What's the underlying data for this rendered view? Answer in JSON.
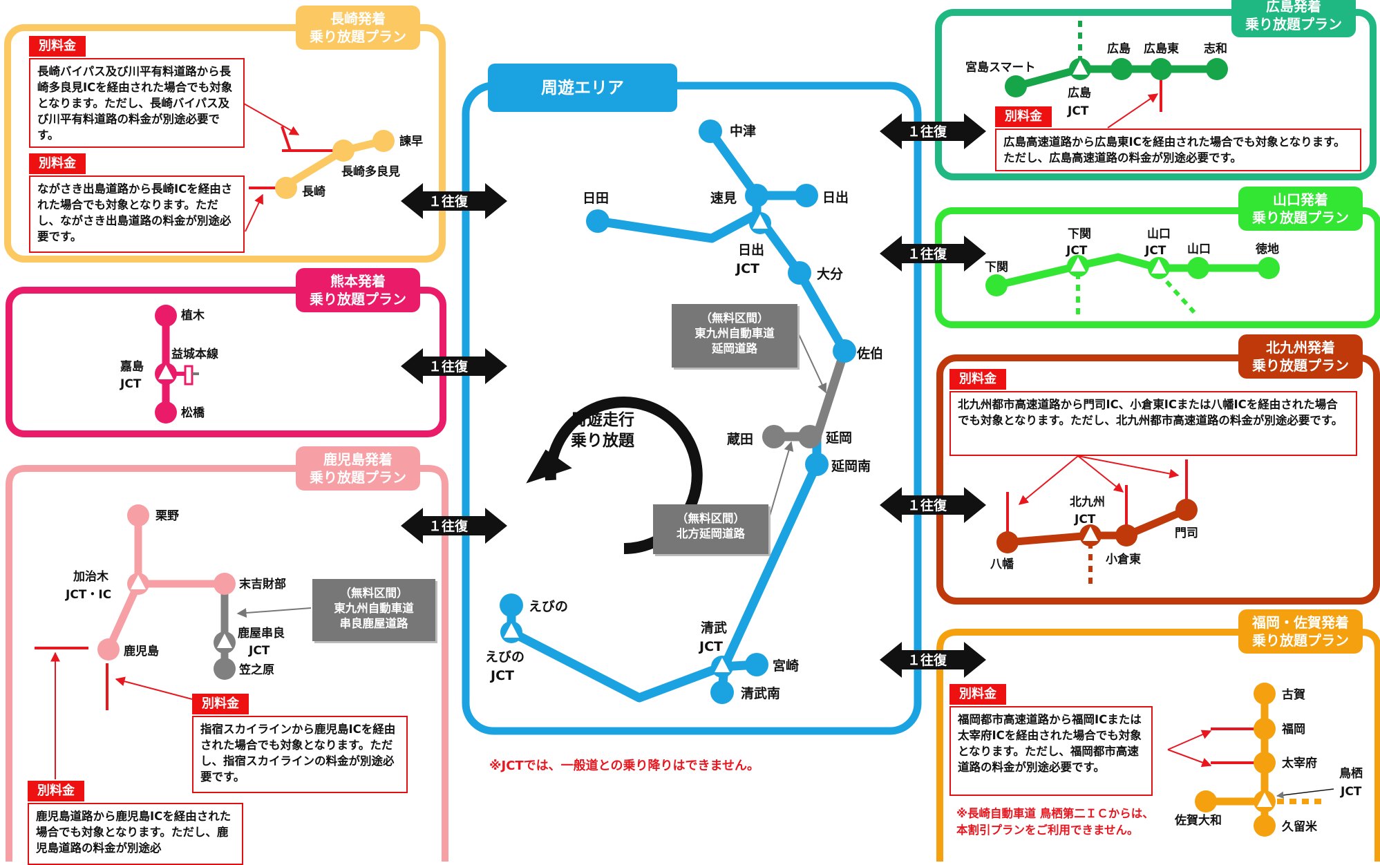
{
  "center": {
    "title": "周遊エリア",
    "loop_label_1": "周遊走行",
    "loop_label_2": "乗り放題",
    "free_section_1": [
      "（無料区間）",
      "東九州自動車道",
      "延岡道路"
    ],
    "free_section_2": [
      "（無料区間）",
      "北方延岡道路"
    ],
    "notice": "※JCTでは、一般道との乗り降りはできません。",
    "stations": {
      "nakatsu": "中津",
      "hayami": "速見",
      "hiji": "日出",
      "hita": "日田",
      "hiji_jct_1": "日出",
      "hiji_jct_2": "JCT",
      "oita": "大分",
      "saiki": "佐伯",
      "kurata": "蔵田",
      "nobeoka": "延岡",
      "nobeoka_minami": "延岡南",
      "ebino": "えびの",
      "ebino_jct_1": "えびの",
      "ebino_jct_2": "JCT",
      "kiyotake_jct_1": "清武",
      "kiyotake_jct_2": "JCT",
      "miyazaki": "宮崎",
      "kiyotake_minami": "清武南"
    }
  },
  "round_trip_label": "１往復",
  "nagasaki": {
    "title_1": "長崎発着",
    "title_2": "乗り放題プラン",
    "tag": "別料金",
    "note_1": "長崎バイパス及び川平有料道路から長崎多良見ICを経由された場合でも対象となります。ただし、長崎バイパス及び川平有料道路の料金が別途必要です。",
    "note_2": "ながさき出島道路から長崎ICを経由された場合でも対象となります。ただし、ながさき出島道路の料金が別途必要です。",
    "stations": {
      "isahaya": "諫早",
      "tarami": "長崎多良見",
      "nagasaki": "長崎"
    }
  },
  "kumamoto": {
    "title_1": "熊本発着",
    "title_2": "乗り放題プラン",
    "stations": {
      "ueki": "植木",
      "kajima_1": "嘉島",
      "kajima_2": "JCT",
      "mashiki": "益城本線",
      "matsubase": "松橋"
    }
  },
  "kagoshima": {
    "title_1": "鹿児島発着",
    "title_2": "乗り放題プラン",
    "tag": "別料金",
    "free_section": [
      "（無料区間）",
      "東九州自動車道",
      "串良鹿屋道路"
    ],
    "note_1": "指宿スカイラインから鹿児島ICを経由された場合でも対象となります。ただし、指宿スカイラインの料金が別途必要です。",
    "note_2": "鹿児島道路から鹿児島ICを経由された場合でも対象となります。ただし、鹿児島道路の料金が別途必",
    "stations": {
      "kurino": "栗野",
      "kajiki_1": "加治木",
      "kajiki_2": "JCT・IC",
      "sueyoshi": "末吉財部",
      "kanoya_1": "鹿屋串良",
      "kanoya_2": "JCT",
      "kasanohara": "笠之原",
      "kagoshima": "鹿児島"
    }
  },
  "hiroshima": {
    "title_1": "広島発着",
    "title_2": "乗り放題プラン",
    "tag": "別料金",
    "note": "広島高速道路から広島東ICを経由された場合でも対象となります。ただし、広島高速道路の料金が別途必要です。",
    "stations": {
      "miyajima": "宮島スマート",
      "hiroshima": "広島",
      "hiroshima_higashi": "広島東",
      "shiwa": "志和",
      "hiroshima_jct_1": "広島",
      "hiroshima_jct_2": "JCT"
    }
  },
  "yamaguchi": {
    "title_1": "山口発着",
    "title_2": "乗り放題プラン",
    "stations": {
      "shimonoseki": "下関",
      "shimonoseki_jct_1": "下関",
      "shimonoseki_jct_2": "JCT",
      "yamaguchi_jct_1": "山口",
      "yamaguchi_jct_2": "JCT",
      "yamaguchi": "山口",
      "tokuji": "徳地"
    }
  },
  "kitakyushu": {
    "title_1": "北九州発着",
    "title_2": "乗り放題プラン",
    "tag": "別料金",
    "note": "北九州都市高速道路から門司IC、小倉東ICまたは八幡ICを経由された場合でも対象となります。ただし、北九州都市高速道路の料金が別途必要です。",
    "stations": {
      "kitakyushu_jct_1": "北九州",
      "kitakyushu_jct_2": "JCT",
      "yahata": "八幡",
      "kokura_higashi": "小倉東",
      "moji": "門司"
    }
  },
  "fukuoka": {
    "title_1": "福岡・佐賀発着",
    "title_2": "乗り放題プラン",
    "tag": "別料金",
    "note": "福岡都市高速道路から福岡ICまたは太宰府ICを経由された場合でも対象となります。ただし、福岡都市高速道路の料金が別途必要です。",
    "red_note_1": "※長崎自動車道 鳥栖第二ＩＣからは、",
    "red_note_2": "本割引プランをご利用できません。",
    "stations": {
      "koga": "古賀",
      "fukuoka": "福岡",
      "dazaifu": "太宰府",
      "tosu_1": "鳥栖",
      "tosu_2": "JCT",
      "saga_yamato": "佐賀大和",
      "kurume": "久留米"
    }
  },
  "colors": {
    "center": "#1aa3e0",
    "gray": "#808080",
    "nagasaki": "#fbc862",
    "kumamoto": "#ea1c69",
    "kagoshima": "#f6a0a5",
    "hiroshima": "#1fb882",
    "hiroshima_line": "#16a548",
    "yamaguchi": "#33e633",
    "kitakyushu": "#c0390b",
    "fukuoka": "#f5a00f",
    "red": "#e8171f"
  }
}
